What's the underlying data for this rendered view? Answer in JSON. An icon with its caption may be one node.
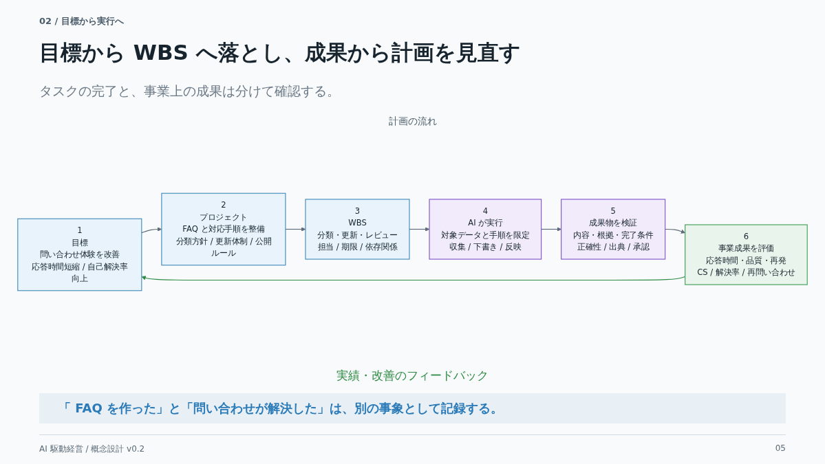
{
  "diagram": {
    "title": "目標から WBS へ落とし、成果から計画を見直す",
    "nodes": [
      {
        "text": [
          "1",
          "目標",
          "問い合わせ体験を改善",
          "応答時間短縮 / 自己解決率向上"
        ]
      },
      {
        "text": [
          "2",
          "プロジェクト",
          "FAQ と対応手順を整備",
          "分類方針 / 更新体制 / 公開ルール"
        ]
      },
      {
        "text": [
          "3",
          "WBS",
          "分類・更新・レビュー",
          "担当 / 期限 / 依存関係"
        ]
      },
      {
        "text": [
          "4",
          "AI が実行",
          "対象データと手順を限定",
          "収集 / 下書き / 反映"
        ]
      },
      {
        "text": [
          "5",
          "成果物を検証",
          "内容・根拠・完了条件",
          "正確性 / 出典 / 承認"
        ]
      },
      {
        "text": [
          "6",
          "事業成果を評価",
          "応答時間・品質・再発",
          "CS / 解決率 / 再問い合わせ"
        ]
      }
    ],
    "edges": [
      {
        "from": 0,
        "to": 1,
        "arrow": "to"
      },
      {
        "from": 1,
        "to": 2,
        "arrow": "to"
      },
      {
        "from": 2,
        "to": 3,
        "arrow": "to"
      },
      {
        "from": 3,
        "to": 4,
        "arrow": "to"
      },
      {
        "from": 4,
        "to": 5,
        "arrow": "to"
      },
      {
        "from": 5,
        "to": 0,
        "arrow": "to",
        "color": "#2e8b44"
      }
    ],
    "labels": [
      "02 / 目標から実行へ",
      "タスクの完了と、事業上の成果は分けて確認する。",
      "計画の流れ",
      "実績・改善のフィードバック",
      "「 FAQ を作った」と「問い合わせが解決した」は、別の事象として記録する。",
      "AI 駆動経営 / 概念設計 v0.2",
      "05"
    ]
  }
}
